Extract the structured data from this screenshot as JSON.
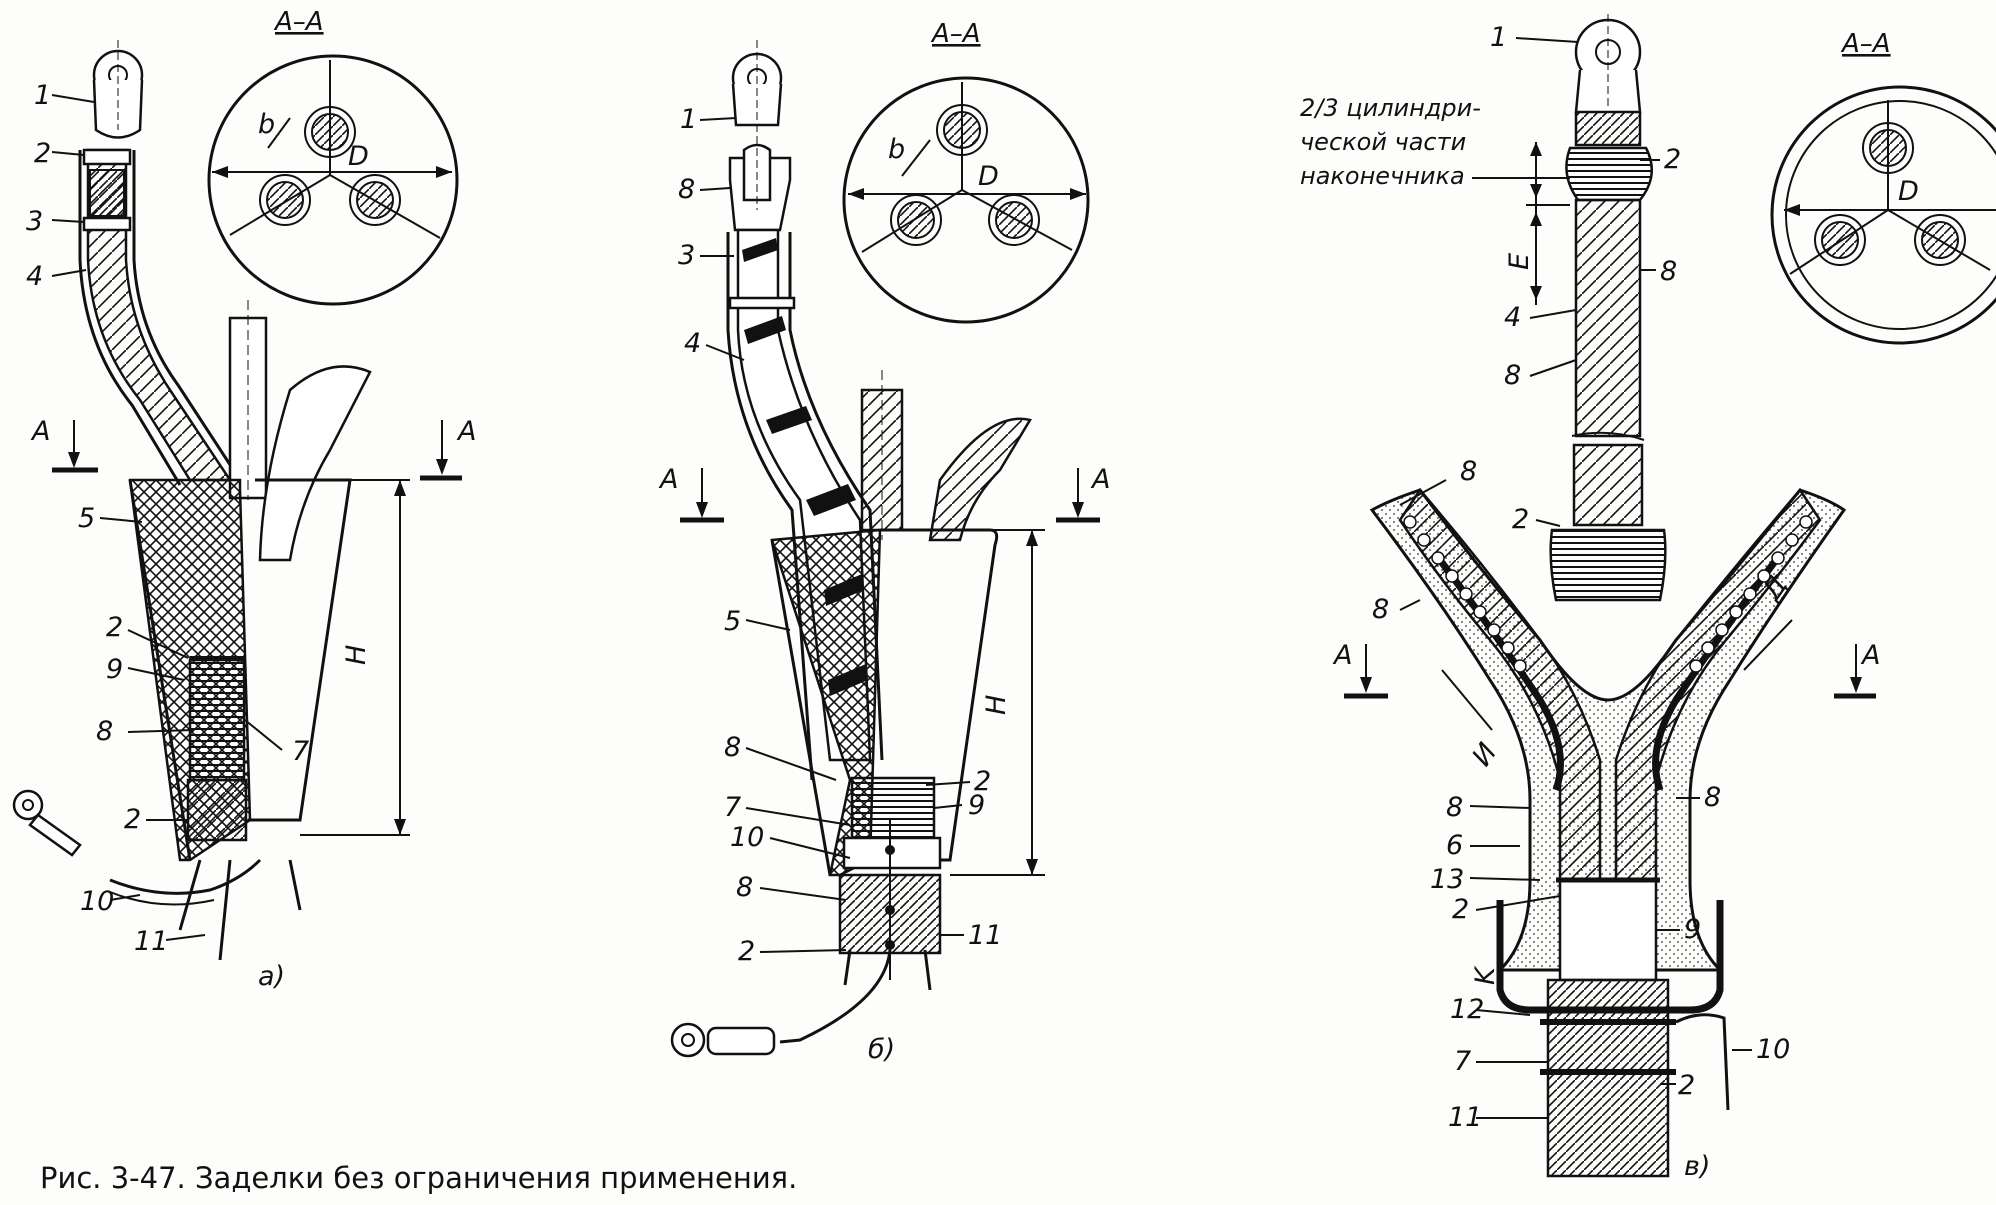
{
  "figure": {
    "caption": "Рис. 3-47. Заделки без ограничения применения."
  },
  "section_label": "А–А",
  "section_arrow_label": "А",
  "dims": {
    "b": "b",
    "D": "D",
    "H": "H",
    "E": "E",
    "K": "K",
    "I": "И",
    "Dl": "Д"
  },
  "note_lines": [
    "2/3 цилиндри-",
    "ческой части",
    "наконечника"
  ],
  "views": {
    "a": {
      "tag": "а)",
      "labels": [
        "1",
        "2",
        "3",
        "4",
        "5",
        "2",
        "9",
        "8",
        "7",
        "2",
        "10",
        "11"
      ]
    },
    "b": {
      "tag": "б)",
      "labels": [
        "1",
        "8",
        "3",
        "4",
        "5",
        "8",
        "7",
        "2",
        "9",
        "10",
        "8",
        "11",
        "2"
      ]
    },
    "v": {
      "tag": "в)",
      "labels": [
        "1",
        "2",
        "8",
        "4",
        "8",
        "8",
        "2",
        "8",
        "8",
        "8",
        "6",
        "13",
        "2",
        "9",
        "12",
        "7",
        "10",
        "2",
        "11"
      ]
    }
  }
}
